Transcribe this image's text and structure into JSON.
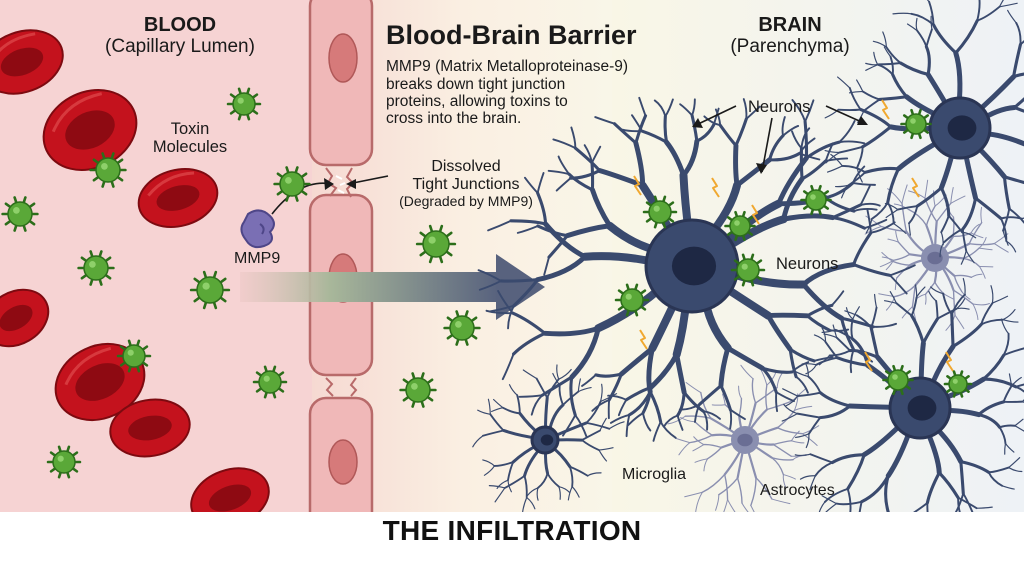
{
  "blood": {
    "title": "BLOOD",
    "subtitle": "(Capillary Lumen)"
  },
  "bbb": {
    "title": "Blood-Brain Barrier",
    "description": [
      "MMP9 (Matrix Metalloproteinase-9)",
      "breaks down tight junction",
      "proteins, allowing toxins to",
      "cross into the brain."
    ]
  },
  "brain": {
    "title": "BRAIN",
    "subtitle": "(Parenchyma)"
  },
  "labels": {
    "toxin": [
      "Toxin",
      "Molecules"
    ],
    "mmp9": "MMP9",
    "junctions": [
      "Dissolved",
      "Tight Junctions",
      "(Degraded by MMP9)"
    ],
    "neurons_top": "Neurons",
    "neurons_mid": "Neurons",
    "microglia": "Microglia",
    "astrocytes": "Astrocytes"
  },
  "caption": "THE INFILTRATION",
  "colors": {
    "blood_bg": "#f6d3d3",
    "brain_bg": "#f8f4e4",
    "rbc": "#c4121d",
    "toxin": "#5aa838",
    "mmp9": "#7a6fb4",
    "neuron": "#3a4a6e",
    "arrow": "#58627e"
  }
}
